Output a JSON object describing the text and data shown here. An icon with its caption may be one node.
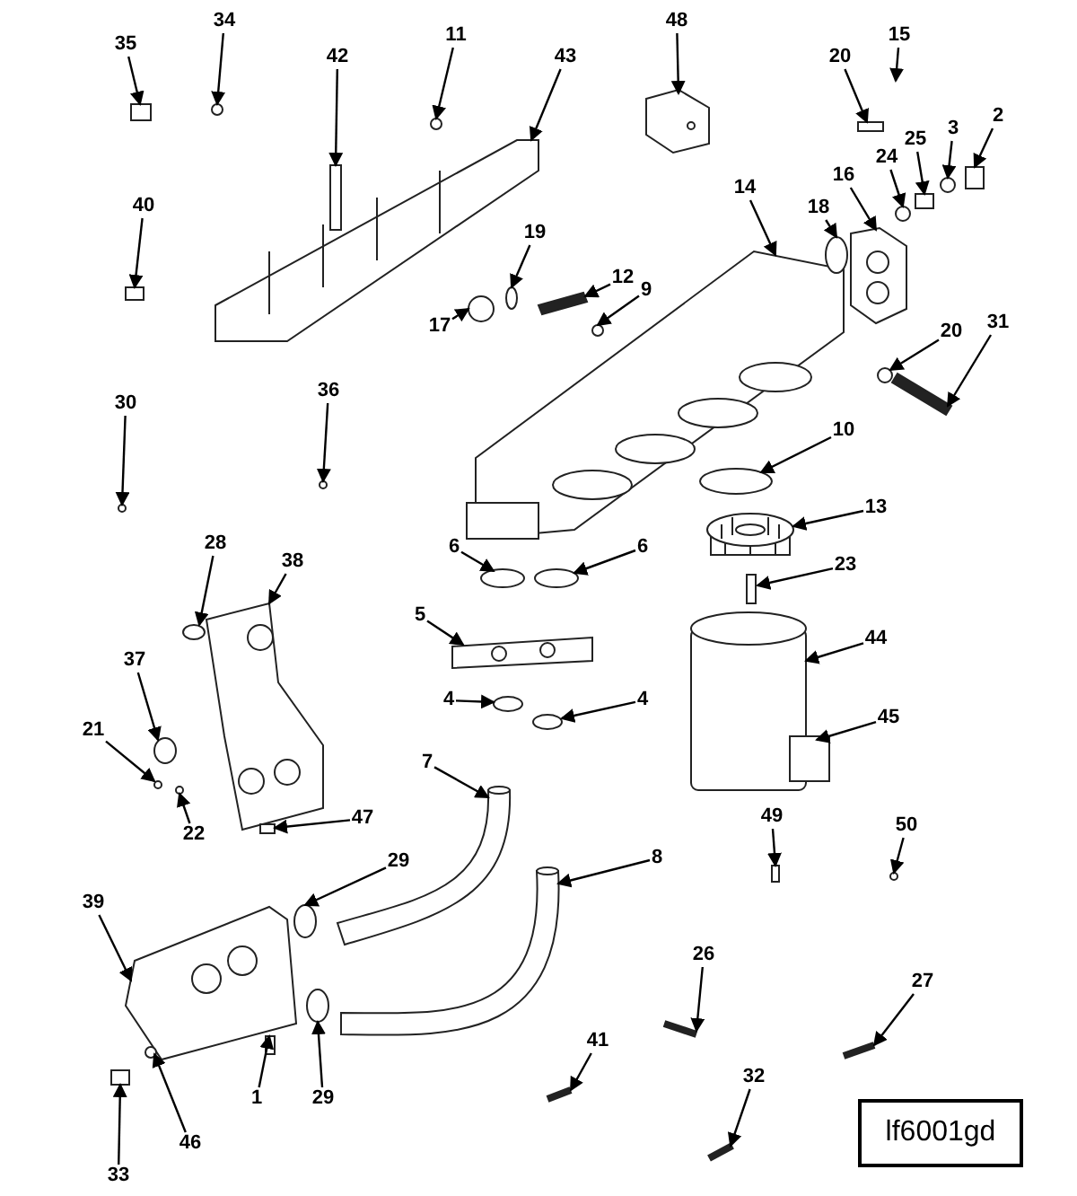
{
  "diagram": {
    "nodes": [
      {
        "text": [
          "34"
        ]
      },
      {
        "text": [
          "48"
        ]
      },
      {
        "text": [
          "11"
        ]
      },
      {
        "text": [
          "15"
        ]
      },
      {
        "text": [
          "35"
        ]
      },
      {
        "text": [
          "42"
        ]
      },
      {
        "text": [
          "43"
        ]
      },
      {
        "text": [
          "20"
        ]
      },
      {
        "text": [
          "2"
        ]
      },
      {
        "text": [
          "3"
        ]
      },
      {
        "text": [
          "25"
        ]
      },
      {
        "text": [
          "24"
        ]
      },
      {
        "text": [
          "16"
        ]
      },
      {
        "text": [
          "14"
        ]
      },
      {
        "text": [
          "40"
        ]
      },
      {
        "text": [
          "18"
        ]
      },
      {
        "text": [
          "19"
        ]
      },
      {
        "text": [
          "12"
        ]
      },
      {
        "text": [
          "9"
        ]
      },
      {
        "text": [
          "31"
        ]
      },
      {
        "text": [
          "17"
        ]
      },
      {
        "text": [
          "20"
        ]
      },
      {
        "text": [
          "36"
        ]
      },
      {
        "text": [
          "30"
        ]
      },
      {
        "text": [
          "10"
        ]
      },
      {
        "text": [
          "13"
        ]
      },
      {
        "text": [
          "28"
        ]
      },
      {
        "text": [
          "6"
        ]
      },
      {
        "text": [
          "6"
        ]
      },
      {
        "text": [
          "38"
        ]
      },
      {
        "text": [
          "23"
        ]
      },
      {
        "text": [
          "5"
        ]
      },
      {
        "text": [
          "44"
        ]
      },
      {
        "text": [
          "37"
        ]
      },
      {
        "text": [
          "4"
        ]
      },
      {
        "text": [
          "4"
        ]
      },
      {
        "text": [
          "45"
        ]
      },
      {
        "text": [
          "21"
        ]
      },
      {
        "text": [
          "7"
        ]
      },
      {
        "text": [
          "49"
        ]
      },
      {
        "text": [
          "47"
        ]
      },
      {
        "text": [
          "50"
        ]
      },
      {
        "text": [
          "22"
        ]
      },
      {
        "text": [
          "8"
        ]
      },
      {
        "text": [
          "29"
        ]
      },
      {
        "text": [
          "39"
        ]
      },
      {
        "text": [
          "26"
        ]
      },
      {
        "text": [
          "27"
        ]
      },
      {
        "text": [
          "41"
        ]
      },
      {
        "text": [
          "32"
        ]
      },
      {
        "text": [
          "1"
        ]
      },
      {
        "text": [
          "29"
        ]
      },
      {
        "text": [
          "46"
        ]
      },
      {
        "text": [
          "33"
        ]
      },
      {
        "text": [
          "lf6001gd"
        ]
      },
      {
        "text": [],
        "shape": "circle"
      },
      {
        "text": [],
        "shape": "picture"
      },
      {
        "text": [],
        "shape": "circle"
      },
      {
        "text": [],
        "shape": "box"
      },
      {
        "text": [],
        "shape": "box"
      },
      {
        "text": [],
        "shape": "picture"
      },
      {
        "text": [],
        "shape": "box"
      },
      {
        "text": [],
        "shape": "box"
      },
      {
        "text": [],
        "shape": "circle"
      },
      {
        "text": [],
        "shape": "box"
      },
      {
        "text": [],
        "shape": "circle"
      },
      {
        "text": [],
        "shape": "picture"
      },
      {
        "text": [],
        "shape": "picture"
      },
      {
        "text": [],
        "shape": "box"
      },
      {
        "text": [],
        "shape": "circle"
      },
      {
        "text": [],
        "shape": "circle"
      },
      {
        "text": [],
        "shape": "bar"
      },
      {
        "text": [],
        "shape": "circle"
      },
      {
        "text": [],
        "shape": "bar"
      },
      {
        "text": [],
        "shape": "circle"
      },
      {
        "text": [],
        "shape": "circle"
      },
      {
        "text": [],
        "shape": "circle"
      },
      {
        "text": [],
        "shape": "circle"
      },
      {
        "text": [],
        "shape": "circle"
      },
      {
        "text": [],
        "shape": "picture"
      },
      {
        "text": [],
        "shape": "circle"
      },
      {
        "text": [],
        "shape": "circle"
      },
      {
        "text": [],
        "shape": "circle"
      },
      {
        "text": [],
        "shape": "picture"
      },
      {
        "text": [],
        "shape": "box"
      },
      {
        "text": [],
        "shape": "picture"
      },
      {
        "text": [],
        "shape": "cylinder"
      },
      {
        "text": [],
        "shape": "circle"
      },
      {
        "text": [],
        "shape": "circle"
      },
      {
        "text": [],
        "shape": "circle"
      },
      {
        "text": [],
        "shape": "box"
      },
      {
        "text": [],
        "shape": "circle"
      },
      {
        "text": [],
        "shape": "picture"
      },
      {
        "text": [],
        "shape": "box"
      },
      {
        "text": [],
        "shape": "box"
      },
      {
        "text": [],
        "shape": "circle"
      },
      {
        "text": [],
        "shape": "circle"
      },
      {
        "text": [],
        "shape": "picture"
      },
      {
        "text": [],
        "shape": "circle"
      },
      {
        "text": [],
        "shape": "picture"
      },
      {
        "text": [],
        "shape": "bar"
      },
      {
        "text": [],
        "shape": "bar"
      },
      {
        "text": [],
        "shape": "bar"
      },
      {
        "text": [],
        "shape": "bar"
      },
      {
        "text": [],
        "shape": "box"
      },
      {
        "text": [],
        "shape": "circle"
      },
      {
        "text": [],
        "shape": "circle"
      },
      {
        "text": [],
        "shape": "box"
      }
    ],
    "edges": [
      {
        "from": 0,
        "to": 55,
        "arrow": "to"
      },
      {
        "from": 1,
        "to": 56,
        "arrow": "to"
      },
      {
        "from": 2,
        "to": 57,
        "arrow": "to"
      },
      {
        "from": 3,
        "to": null,
        "arrow": "to"
      },
      {
        "from": 4,
        "to": 58,
        "arrow": "to"
      },
      {
        "from": 5,
        "to": 59,
        "arrow": "to"
      },
      {
        "from": 6,
        "to": 60,
        "arrow": "to"
      },
      {
        "from": 7,
        "to": 61,
        "arrow": "to"
      },
      {
        "from": 8,
        "to": 62,
        "arrow": "to"
      },
      {
        "from": 9,
        "to": 63,
        "arrow": "to"
      },
      {
        "from": 10,
        "to": 64,
        "arrow": "to"
      },
      {
        "from": 11,
        "to": 65,
        "arrow": "to"
      },
      {
        "from": 12,
        "to": 66,
        "arrow": "to"
      },
      {
        "from": 13,
        "to": 67,
        "arrow": "to"
      },
      {
        "from": 14,
        "to": 68,
        "arrow": "to"
      },
      {
        "from": 15,
        "to": 69,
        "arrow": "to"
      },
      {
        "from": 16,
        "to": 70,
        "arrow": "to"
      },
      {
        "from": 17,
        "to": 71,
        "arrow": "to"
      },
      {
        "from": 18,
        "to": 72,
        "arrow": "to"
      },
      {
        "from": 19,
        "to": 73,
        "arrow": "to"
      },
      {
        "from": 20,
        "to": 74,
        "arrow": "to"
      },
      {
        "from": 21,
        "to": 75,
        "arrow": "to"
      },
      {
        "from": 22,
        "to": 76,
        "arrow": "to"
      },
      {
        "from": 23,
        "to": 77,
        "arrow": "to"
      },
      {
        "from": 24,
        "to": 78,
        "arrow": "to"
      },
      {
        "from": 25,
        "to": 79,
        "arrow": "to"
      },
      {
        "from": 26,
        "to": 80,
        "arrow": "to"
      },
      {
        "from": 27,
        "to": 81,
        "arrow": "to"
      },
      {
        "from": 28,
        "to": 82,
        "arrow": "to"
      },
      {
        "from": 29,
        "to": 83,
        "arrow": "to"
      },
      {
        "from": 30,
        "to": 84,
        "arrow": "to"
      },
      {
        "from": 31,
        "to": 85,
        "arrow": "to"
      },
      {
        "from": 32,
        "to": 86,
        "arrow": "to"
      },
      {
        "from": 33,
        "to": 87,
        "arrow": "to"
      },
      {
        "from": 34,
        "to": 88,
        "arrow": "to"
      },
      {
        "from": 35,
        "to": 89,
        "arrow": "to"
      },
      {
        "from": 36,
        "to": 90,
        "arrow": "to"
      },
      {
        "from": 37,
        "to": 91,
        "arrow": "to"
      },
      {
        "from": 38,
        "to": 92,
        "arrow": "to"
      },
      {
        "from": 39,
        "to": 93,
        "arrow": "to"
      },
      {
        "from": 40,
        "to": 94,
        "arrow": "to"
      },
      {
        "from": 41,
        "to": 95,
        "arrow": "to"
      },
      {
        "from": 42,
        "to": 96,
        "arrow": "to"
      },
      {
        "from": 43,
        "to": 97,
        "arrow": "to"
      },
      {
        "from": 44,
        "to": 98,
        "arrow": "to"
      },
      {
        "from": 45,
        "to": 99,
        "arrow": "to"
      },
      {
        "from": 46,
        "to": 100,
        "arrow": "to"
      },
      {
        "from": 47,
        "to": 101,
        "arrow": "to"
      },
      {
        "from": 48,
        "to": 102,
        "arrow": "to"
      },
      {
        "from": 49,
        "to": 103,
        "arrow": "to"
      },
      {
        "from": 50,
        "to": 104,
        "arrow": "to"
      },
      {
        "from": 51,
        "to": 105,
        "arrow": "to"
      },
      {
        "from": 52,
        "to": 106,
        "arrow": "to"
      },
      {
        "from": 53,
        "to": 107,
        "arrow": "to"
      }
    ]
  }
}
